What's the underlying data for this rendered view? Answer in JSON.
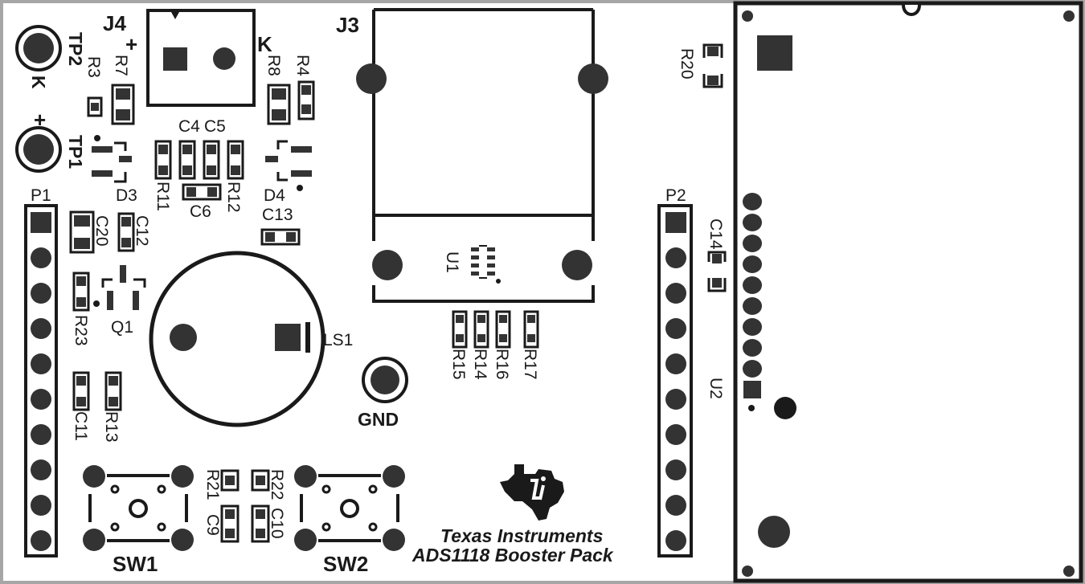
{
  "colors": {
    "board_edge": "#a6a6a6",
    "silkscreen": "#1a1a1a",
    "pad": "#333333",
    "background": "#ffffff"
  },
  "connectors": {
    "j4": {
      "ref": "J4",
      "plus": "+",
      "k": "K"
    },
    "j3": {
      "ref": "J3"
    }
  },
  "testpoints": {
    "tp2": {
      "ref": "TP2",
      "polarity": "K"
    },
    "tp1": {
      "ref": "TP1",
      "polarity": "+"
    },
    "gnd": {
      "ref": "GND"
    }
  },
  "headers": {
    "p1": {
      "ref": "P1",
      "pins": 10
    },
    "p2": {
      "ref": "P2",
      "pins": 10
    }
  },
  "components": {
    "r3": "R3",
    "r7": "R7",
    "r8": "R8",
    "r4": "R4",
    "c4": "C4",
    "c5": "C5",
    "r11": "R11",
    "r12": "R12",
    "c6": "C6",
    "d3": "D3",
    "d4": "D4",
    "c13": "C13",
    "c20": "C20",
    "c12": "C12",
    "r23": "R23",
    "q1": "Q1",
    "ls1": "LS1",
    "u1": "U1",
    "r15": "R15",
    "r14": "R14",
    "r16": "R16",
    "r17": "R17",
    "c11": "C11",
    "r13": "R13",
    "r21": "R21",
    "c9": "C9",
    "r22": "R22",
    "c10": "C10",
    "r20": "R20",
    "c14": "C14",
    "u2": "U2"
  },
  "switches": {
    "sw1": "SW1",
    "sw2": "SW2"
  },
  "module_u2": {
    "pins": 10
  },
  "logo": {
    "company": "Texas Instruments",
    "product": "ADS1118 Booster Pack",
    "icon": "ti-logo-icon"
  }
}
